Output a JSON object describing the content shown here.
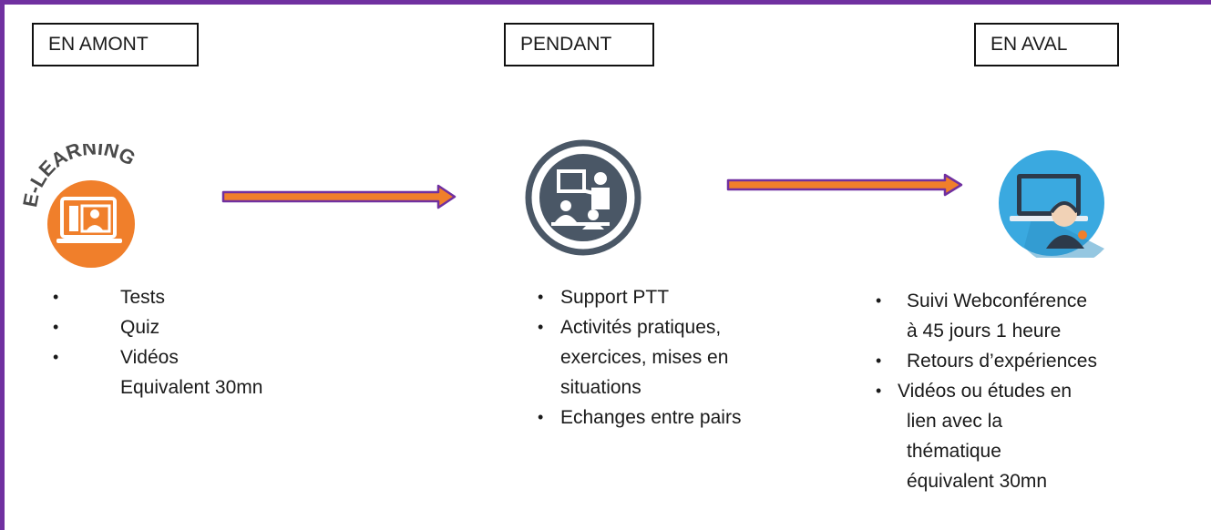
{
  "phases": {
    "before": {
      "label": "EN AMONT"
    },
    "during": {
      "label": "PENDANT"
    },
    "after": {
      "label": "EN AVAL"
    }
  },
  "icons": {
    "elearning_text": "E-LEARNING",
    "elearning_color": "#f07f2b",
    "classroom_color": "#4a5766",
    "webconf_color": "#3aa9e0"
  },
  "arrow_color": "#f07f2b",
  "arrow_outline": "#7030a0",
  "frame_color": "#7030a0",
  "lists": {
    "before": [
      "Tests",
      "Quiz",
      "Vidéos",
      "Equivalent 30mn"
    ],
    "during": [
      "Support PTT",
      "Activités pratiques,",
      "exercices, mises en",
      "situations",
      "Echanges entre pairs"
    ],
    "after": [
      "Suivi Webconférence",
      "à 45 jours 1 heure",
      "Retours d’expériences",
      "Vidéos ou études en",
      "lien avec la",
      "thématique",
      "équivalent 30mn"
    ]
  }
}
